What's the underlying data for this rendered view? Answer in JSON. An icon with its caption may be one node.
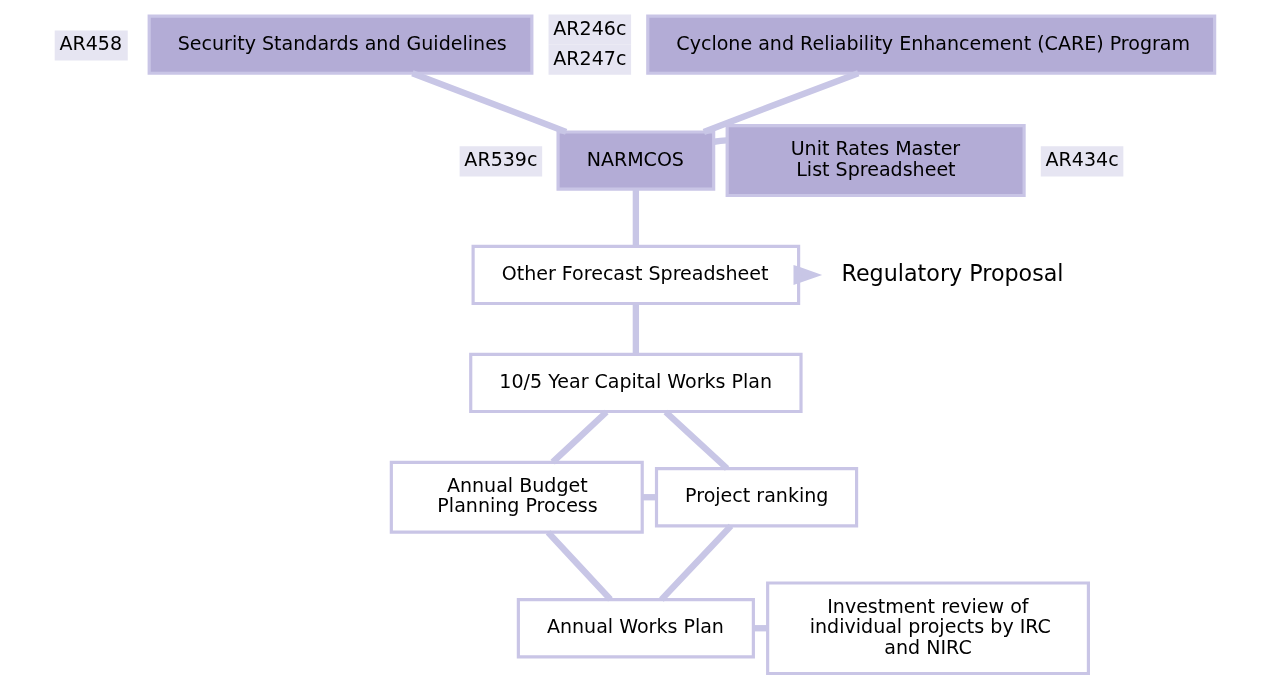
{
  "diagram": {
    "nodes": [
      {
        "text": [
          "Security Standards and Guidelines"
        ],
        "beside": [
          "AR458"
        ]
      },
      {
        "text": [
          "Cyclone and Reliability Enhancement (CARE) Program"
        ],
        "beside": [
          "AR246c",
          "AR247c"
        ]
      },
      {
        "text": [
          "NARMCOS"
        ],
        "beside": [
          "AR539c"
        ]
      },
      {
        "text": [
          "Unit Rates Master List Spreadsheet"
        ],
        "beside": [
          "AR434c"
        ]
      },
      {
        "text": [
          "Other Forecast Spreadsheet"
        ]
      },
      {
        "text": [
          "Regulatory Proposal"
        ]
      },
      {
        "text": [
          "10/5 Year Capital Works Plan"
        ]
      },
      {
        "text": [
          "Annual Budget Planning Process"
        ]
      },
      {
        "text": [
          "Project ranking"
        ]
      },
      {
        "text": [
          "Annual Works Plan"
        ]
      },
      {
        "text": [
          "Investment review of individual projects by IRC and NIRC"
        ]
      }
    ],
    "edges": [
      {
        "from": 0,
        "to": 2,
        "arrow": "none"
      },
      {
        "from": 1,
        "to": 2,
        "arrow": "none"
      },
      {
        "from": 3,
        "to": 2,
        "arrow": "none"
      },
      {
        "from": 2,
        "to": 4,
        "arrow": "none"
      },
      {
        "from": 4,
        "to": 5,
        "arrow": "to"
      },
      {
        "from": 4,
        "to": 6,
        "arrow": "none"
      },
      {
        "from": 6,
        "to": 8,
        "arrow": "none"
      },
      {
        "from": 8,
        "to": 9,
        "arrow": "none"
      },
      {
        "from": 7,
        "to": 6,
        "arrow": "none"
      },
      {
        "from": 7,
        "to": 8,
        "arrow": "none"
      },
      {
        "from": 7,
        "to": 9,
        "arrow": "none"
      },
      {
        "from": 9,
        "to": 10,
        "arrow": "none"
      }
    ]
  }
}
